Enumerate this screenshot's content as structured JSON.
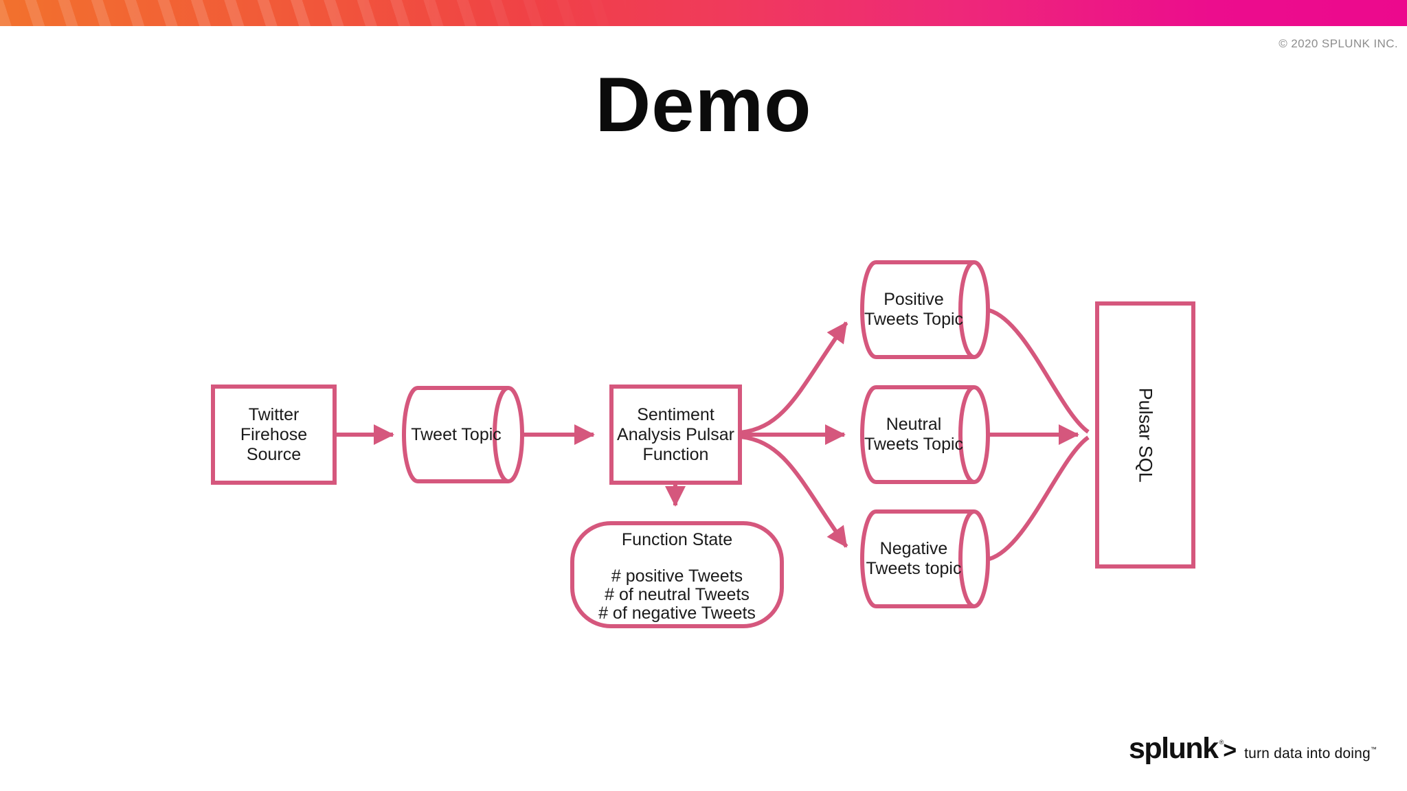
{
  "page": {
    "copyright": "© 2020 SPLUNK INC.",
    "title": "Demo"
  },
  "colors": {
    "diagram_stroke": "#d5577d",
    "bar_gradient_left": "#f2712d",
    "bar_gradient_mid": "#f04146",
    "bar_gradient_right": "#ec098d",
    "copyright_gray": "#8d8d8d",
    "text_black": "#1a1a1a"
  },
  "diagram": {
    "nodes": {
      "twitter_source": {
        "shape": "rectangle",
        "label": "Twitter Firehose\nSource"
      },
      "tweet_topic": {
        "shape": "cylinder",
        "label": "Tweet Topic"
      },
      "sentiment_function": {
        "shape": "rectangle",
        "label": "Sentiment\nAnalysis Pulsar\nFunction"
      },
      "function_state": {
        "shape": "rounded-rectangle",
        "title": "Function State",
        "items": [
          "# positive Tweets",
          "# of neutral Tweets",
          "# of negative Tweets"
        ]
      },
      "positive_topic": {
        "shape": "cylinder",
        "label": "Positive\nTweets Topic"
      },
      "neutral_topic": {
        "shape": "cylinder",
        "label": "Neutral\nTweets Topic"
      },
      "negative_topic": {
        "shape": "cylinder",
        "label": "Negative\nTweets topic"
      },
      "pulsar_sql": {
        "shape": "rectangle-vertical-text",
        "label": "Pulsar SQL"
      }
    },
    "edges": [
      {
        "from": "twitter_source",
        "to": "tweet_topic"
      },
      {
        "from": "tweet_topic",
        "to": "sentiment_function"
      },
      {
        "from": "sentiment_function",
        "to": "function_state"
      },
      {
        "from": "sentiment_function",
        "to": "positive_topic"
      },
      {
        "from": "sentiment_function",
        "to": "neutral_topic"
      },
      {
        "from": "sentiment_function",
        "to": "negative_topic"
      },
      {
        "from": "positive_topic",
        "to": "pulsar_sql"
      },
      {
        "from": "neutral_topic",
        "to": "pulsar_sql"
      },
      {
        "from": "negative_topic",
        "to": "pulsar_sql"
      }
    ]
  },
  "footer": {
    "logo_text": "splunk",
    "registered_mark": "®",
    "logo_chevron": ">",
    "tagline": "turn data into doing",
    "trademark": "™"
  }
}
